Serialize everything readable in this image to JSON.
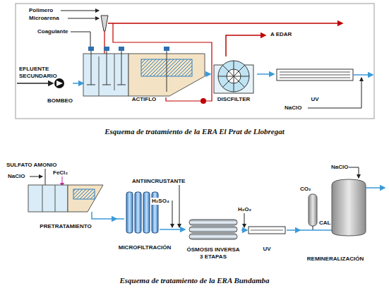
{
  "diagram": {
    "nodes": [
      {
        "text": [
          "BOMBEO"
        ]
      },
      {
        "text": [
          "ACTIFLO"
        ]
      },
      {
        "text": [
          "DISCFILTER"
        ]
      },
      {
        "text": [
          "UV"
        ]
      },
      {
        "text": [
          "PRETRATAMIENTO"
        ]
      },
      {
        "text": [
          "MICROFILTRACIÓN"
        ]
      },
      {
        "text": [
          "ÓSMOSIS INVERSA 3 ETAPAS"
        ]
      },
      {
        "text": [
          "UV"
        ]
      },
      {
        "text": [
          "REMINERALIZACIÓN"
        ]
      }
    ],
    "edges": [
      {
        "from": 0,
        "to": 1,
        "arrow": "to"
      },
      {
        "from": 1,
        "to": 2,
        "arrow": "to"
      },
      {
        "from": 2,
        "to": 3,
        "arrow": "to"
      },
      {
        "from": 4,
        "to": 5,
        "arrow": "to"
      },
      {
        "from": 5,
        "to": 6,
        "arrow": "to"
      },
      {
        "from": 6,
        "to": 7,
        "arrow": "to"
      },
      {
        "from": 7,
        "to": 8,
        "arrow": "to"
      }
    ],
    "labels": [
      "Polimero",
      "Microarena",
      "Coagulante",
      "A EDAR",
      "EFLUENTE SECUNDARIO",
      "NaClO",
      "Esquema de tratamiento de la ERA El Prat de Llobregat",
      "SULFATO AMONIO",
      "NaClO",
      "FeCl₃",
      "ANTIINCRUSTANTE",
      "H₂SO₄",
      "H₂O₂",
      "CO₂",
      "CAL",
      "NaClO",
      "Esquema de tratamiento de la ERA Bundamba"
    ]
  }
}
